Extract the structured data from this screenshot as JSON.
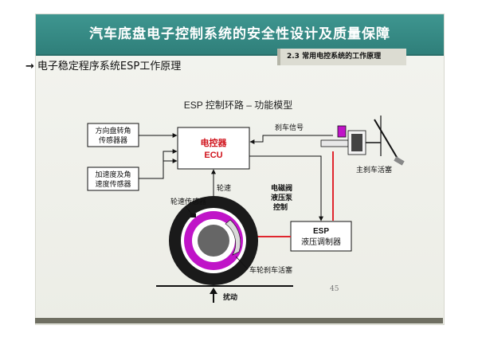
{
  "slide": {
    "title": "汽车底盘电子控制系统的安全性设计及质量保障",
    "section": "2.3 常用电控系统的工作原理",
    "subtitle": "电子稳定程序系统ESP工作原理",
    "subtitle_icon": "arrow-right-icon",
    "page_number": "45"
  },
  "diagram": {
    "heading": "ESP 控制环路 – 功能模型",
    "nodes": {
      "steering_sensor": "方向盘转角传感器器",
      "steering_sensor_l1": "方向盘转角",
      "steering_sensor_l2": "传感器器",
      "accel_sensor_l1": "加速度及角",
      "accel_sensor_l2": "速度传感器",
      "ecu_l1": "电控器",
      "ecu_l2": "ECU",
      "esp_l1": "ESP",
      "esp_l2": "液压调制器"
    },
    "labels": {
      "brake_signal": "刹车信号",
      "master_cylinder": "主刹车活塞",
      "wheel_speed": "轮速",
      "wheel_speed_sensor": "轮速传感器",
      "valve_l1": "电磁阀",
      "valve_l2": "液压泵",
      "valve_l3": "控制",
      "wheel_piston": "车轮刹车活塞",
      "disturbance": "扰动"
    },
    "colors": {
      "ecu_text": "#d0121b",
      "brake_line": "#e0262e",
      "wheel_ring": "#c014c8",
      "title_bar": "#3a8f89"
    }
  }
}
